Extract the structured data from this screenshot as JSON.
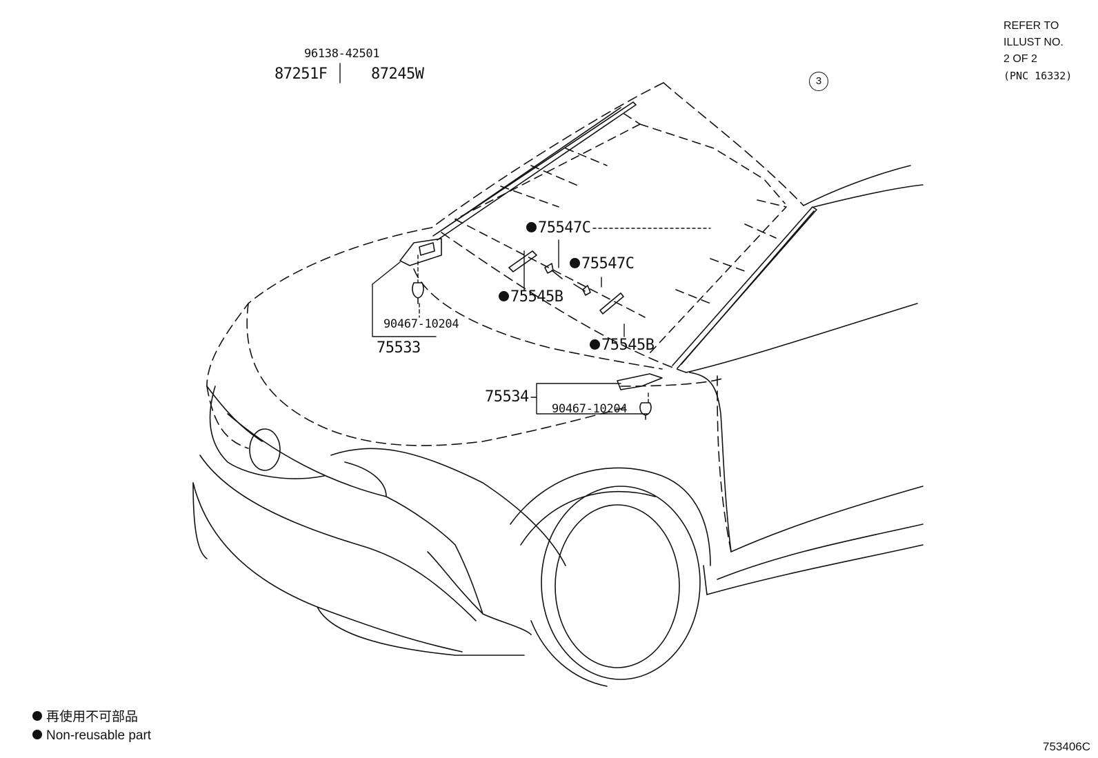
{
  "refer": {
    "line1": "REFER TO",
    "line2": "ILLUST NO.",
    "line3": "2 OF 2",
    "line4": "(PNC 16332)"
  },
  "circle_ref": "3",
  "parts": {
    "p96138": "96138-42501",
    "p87251": "87251F",
    "p87245": "87245W",
    "p75547c_a": "75547C",
    "p75547c_b": "75547C",
    "p75545b_a": "75545B",
    "p75545b_b": "75545B",
    "p90467_a": "90467-10204",
    "p75533": "75533",
    "p75534": "75534",
    "p90467_b": "90467-10204"
  },
  "legend": {
    "jp": "再使用不可部品",
    "en": "Non-reusable part"
  },
  "illustration_id": "753406C",
  "colors": {
    "ink": "#111111",
    "background": "#ffffff"
  }
}
